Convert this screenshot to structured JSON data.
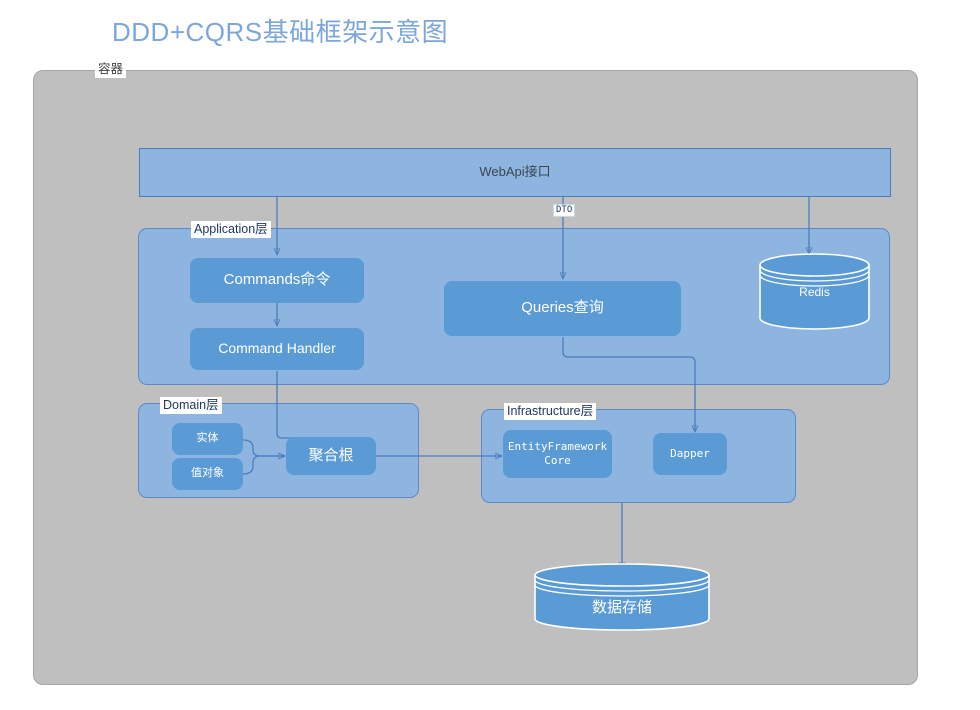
{
  "title": "DDD+CQRS基础框架示意图",
  "container": {
    "label": "容器"
  },
  "panels": {
    "application": {
      "label": "Application层"
    },
    "domain": {
      "label": "Domain层"
    },
    "infrastructure": {
      "label": "Infrastructure层"
    }
  },
  "nodes": {
    "webapi": {
      "label": "WebApi接口"
    },
    "commands": {
      "label": "Commands命令"
    },
    "command_handler": {
      "label": "Command Handler"
    },
    "queries": {
      "label": "Queries查询"
    },
    "redis": {
      "label": "Redis"
    },
    "entity": {
      "label": "实体"
    },
    "value_object": {
      "label": "值对象"
    },
    "aggregate_root": {
      "label": "聚合根"
    },
    "ef_core": {
      "label": "EntityFramework Core"
    },
    "dapper": {
      "label": "Dapper"
    },
    "data_store": {
      "label": "数据存储"
    }
  },
  "edges": {
    "dto": {
      "label": "DTO"
    }
  },
  "colors": {
    "title": "#7BA7DC",
    "container_fill": "#BFBFBF",
    "panel_fill": "#8EB4E0",
    "box_fill": "#5B9BD5",
    "connector": "#4A7EBB",
    "cylinder_outline": "#FFFFFF"
  }
}
